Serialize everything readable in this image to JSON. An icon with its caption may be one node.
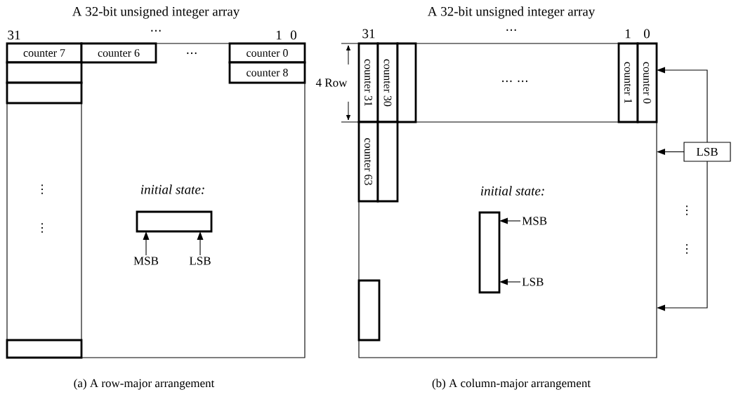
{
  "diagram": {
    "nodes": [
      {
        "text": [
          "A 32-bit unsigned integer array"
        ]
      },
      {
        "text": [
          "counter 7"
        ],
        "in": 0
      },
      {
        "text": [
          "counter 6"
        ],
        "in": 0
      },
      {
        "text": [
          "counter 0"
        ],
        "in": 0
      },
      {
        "text": [
          "counter 8"
        ],
        "in": 0
      },
      {
        "text": [],
        "shape": "box",
        "in": 0
      },
      {
        "text": [],
        "shape": "box",
        "in": 0
      },
      {
        "text": [],
        "shape": "box",
        "in": 0
      },
      {
        "text": [],
        "shape": "box",
        "in": 0
      },
      {
        "text": [
          "MSB"
        ],
        "in": 0
      },
      {
        "text": [
          "LSB"
        ],
        "in": 0
      },
      {
        "text": [
          "A 32-bit unsigned integer array"
        ]
      },
      {
        "text": [
          "counter 31"
        ],
        "in": 11
      },
      {
        "text": [
          "counter 30"
        ],
        "in": 11
      },
      {
        "text": [],
        "shape": "box",
        "in": 11
      },
      {
        "text": [
          "counter 1"
        ],
        "in": 11
      },
      {
        "text": [
          "counter 0"
        ],
        "in": 11
      },
      {
        "text": [
          "counter 63"
        ],
        "in": 11
      },
      {
        "text": [],
        "shape": "box",
        "in": 11
      },
      {
        "text": [],
        "shape": "box",
        "in": 11
      },
      {
        "text": [],
        "shape": "box",
        "in": 11
      },
      {
        "text": [
          "MSB"
        ],
        "in": 11
      },
      {
        "text": [
          "LSB"
        ],
        "in": 11
      },
      {
        "text": [
          "LSB"
        ]
      }
    ],
    "edges": [
      {
        "from": 9,
        "to": 8,
        "arrow": "to"
      },
      {
        "from": 10,
        "to": 8,
        "arrow": "to"
      },
      {
        "from": 21,
        "to": 20,
        "arrow": "to"
      },
      {
        "from": 22,
        "to": 20,
        "arrow": "to"
      },
      {
        "from": 23,
        "to": 16,
        "arrow": "to"
      },
      {
        "from": 23,
        "to": 11,
        "arrow": "to"
      },
      {
        "from": 23,
        "to": 11,
        "arrow": "to"
      }
    ],
    "labels": [
      "31",
      "⋯",
      "1",
      "0",
      "⋯",
      "⋮",
      "⋮",
      "initial state:",
      "31",
      "⋯",
      "1",
      "0",
      "4 Row",
      "⋯ ⋯",
      "initial state:",
      "⋮",
      "⋮",
      "(a) A row-major arrangement",
      "(b) A column-major arrangement"
    ]
  }
}
